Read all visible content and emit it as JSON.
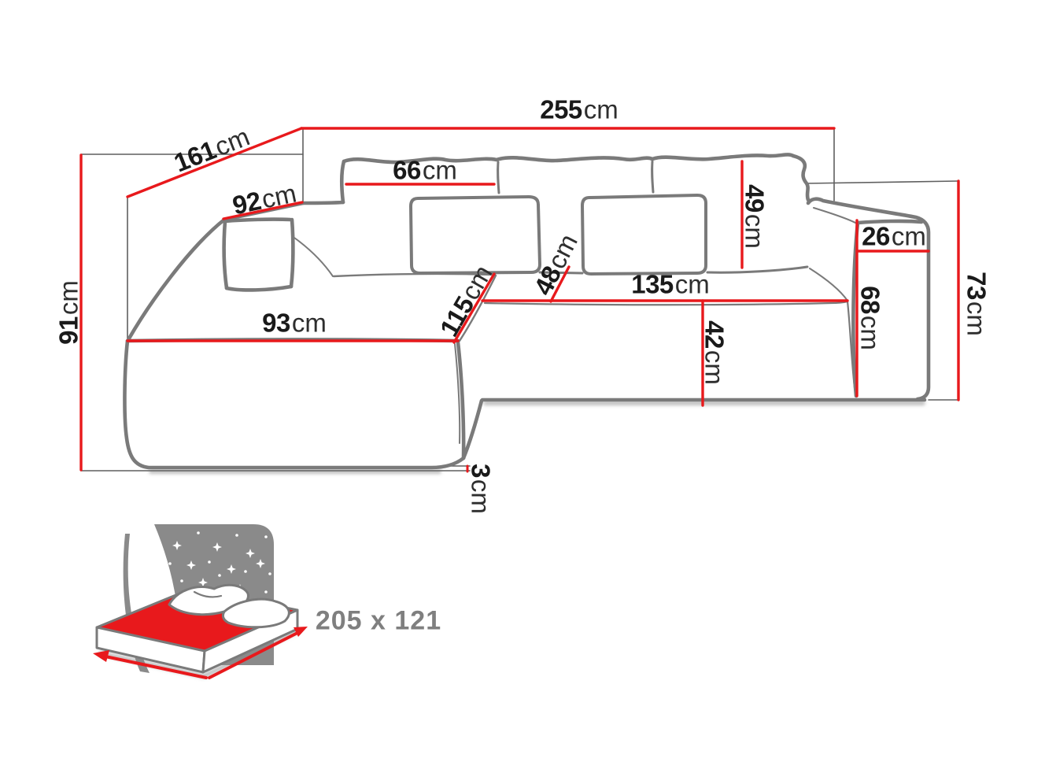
{
  "diagram": {
    "title_hint": "corner sofa dimensions diagram",
    "unit": "cm",
    "dimensions": {
      "d255": {
        "value": "255",
        "unit": "cm"
      },
      "d161": {
        "value": "161",
        "unit": "cm"
      },
      "d92": {
        "value": "92",
        "unit": "cm"
      },
      "d66": {
        "value": "66",
        "unit": "cm"
      },
      "d49": {
        "value": "49",
        "unit": "cm"
      },
      "d91": {
        "value": "91",
        "unit": "cm"
      },
      "d26": {
        "value": "26",
        "unit": "cm"
      },
      "d73": {
        "value": "73",
        "unit": "cm"
      },
      "d68": {
        "value": "68",
        "unit": "cm"
      },
      "d135": {
        "value": "135",
        "unit": "cm"
      },
      "d42": {
        "value": "42",
        "unit": "cm"
      },
      "d48": {
        "value": "48",
        "unit": "cm"
      },
      "d115": {
        "value": "115",
        "unit": "cm"
      },
      "d93": {
        "value": "93",
        "unit": "cm"
      },
      "d3": {
        "value": "3",
        "unit": "cm"
      }
    },
    "sleeping_area": {
      "label": "205 x 121"
    },
    "icons": [
      "sleeping-function-bed-icon",
      "night-sky-stars-icon",
      "size-arrows-icon"
    ],
    "colors": {
      "dimension_red": "#e8191c",
      "sofa_outline_gray": "#7a7a7a",
      "extension_line_gray": "#5f5f5f",
      "label_black": "#1a1a1a",
      "bed_icon_gray": "#8a8a8a",
      "bed_size_text_gray": "#7f7f7f"
    }
  }
}
